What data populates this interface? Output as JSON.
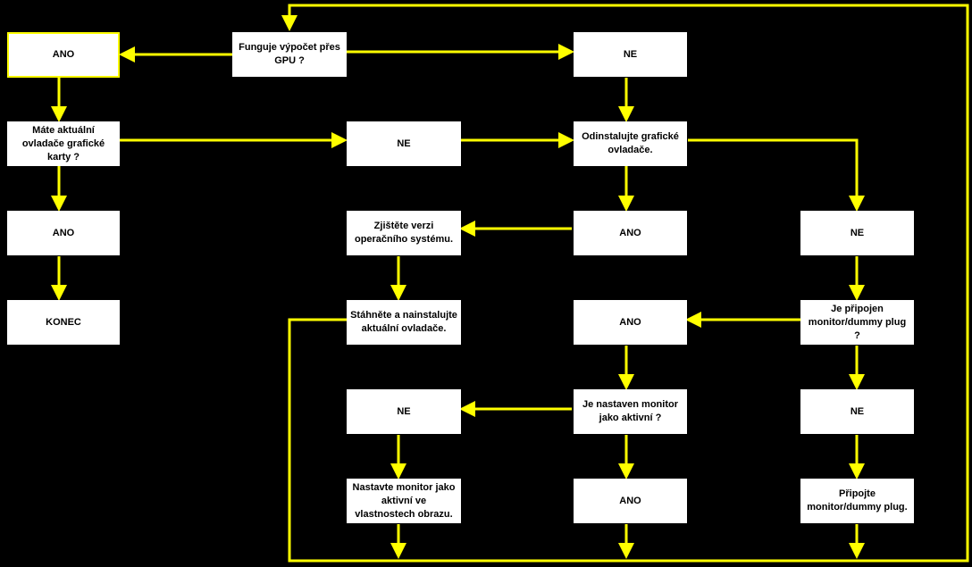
{
  "diagram": {
    "line_color": "#ffff00",
    "box_color": "#ffffff",
    "nodes": {
      "gpu_q": "Funguje výpočet přes GPU ?",
      "ano_top": "ANO",
      "ne_top": "NE",
      "drivers_q": "Máte aktuální ovladače grafické karty ?",
      "ne_drivers": "NE",
      "uninstall": "Odinstalujte grafické ovladače.",
      "ano_drivers": "ANO",
      "os_version": "Zjištěte verzi operačního systému.",
      "ano_uninstall": "ANO",
      "ne_uninstall": "NE",
      "konec": "KONEC",
      "download": "Stáhněte a nainstalujte aktuální ovladače.",
      "ano_monitor": "ANO",
      "monitor_q": "Je připojen monitor/dummy plug ?",
      "ne_active": "NE",
      "active_q": "Je nastaven monitor jako aktivní ?",
      "ne_monitor": "NE",
      "set_active": "Nastavte monitor jako aktivní ve vlastnostech obrazu.",
      "ano_active": "ANO",
      "connect": "Připojte monitor/dummy plug."
    }
  }
}
